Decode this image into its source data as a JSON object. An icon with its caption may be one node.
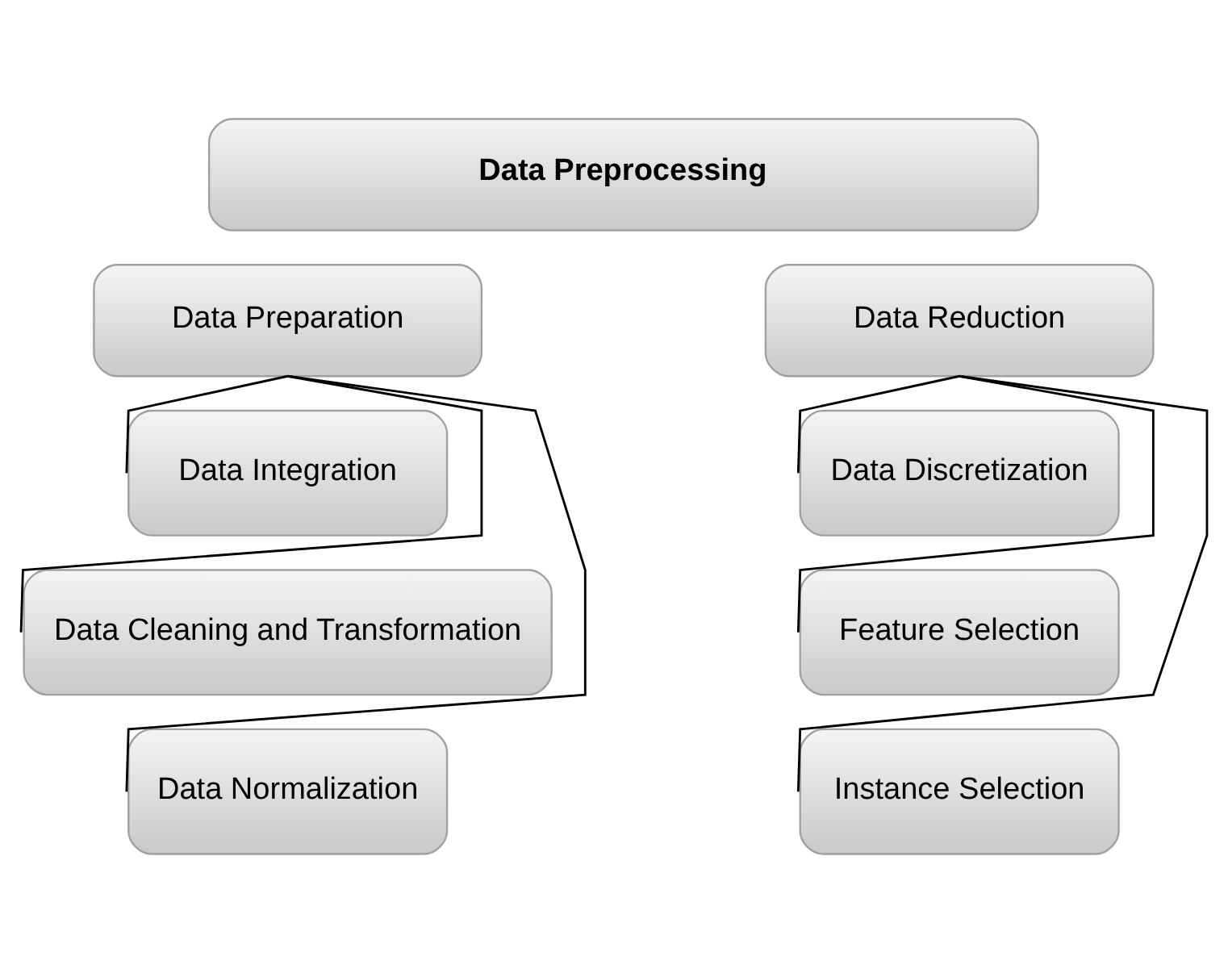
{
  "diagram": {
    "nodes": [
      {
        "text": [
          "Data Preprocessing"
        ]
      },
      {
        "text": [
          "Data Preparation"
        ]
      },
      {
        "text": [
          "Data Integration"
        ]
      },
      {
        "text": [
          "Data Cleaning and Transformation"
        ]
      },
      {
        "text": [
          "Data Normalization"
        ]
      },
      {
        "text": [
          "Data Reduction"
        ]
      },
      {
        "text": [
          "Data Discretization"
        ]
      },
      {
        "text": [
          "Feature Selection"
        ]
      },
      {
        "text": [
          "Instance Selection"
        ]
      }
    ],
    "edges": [
      {
        "from": 1,
        "to": 2,
        "arrow": "none"
      },
      {
        "from": 1,
        "to": 3,
        "arrow": "none"
      },
      {
        "from": 1,
        "to": 4,
        "arrow": "none"
      },
      {
        "from": 5,
        "to": 6,
        "arrow": "none"
      },
      {
        "from": 5,
        "to": 7,
        "arrow": "none"
      },
      {
        "from": 5,
        "to": 8,
        "arrow": "none"
      }
    ]
  }
}
